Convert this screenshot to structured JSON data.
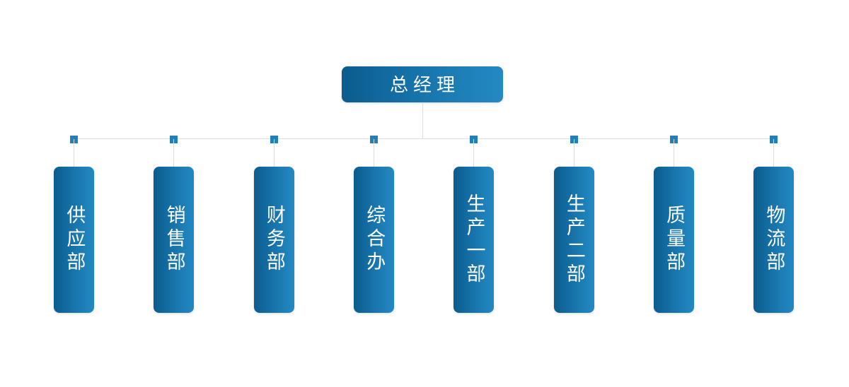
{
  "chart": {
    "type": "org-chart",
    "title": "",
    "background_color": "#ffffff",
    "accent_color": "#2380b7",
    "connector_color": "#dcdcdc",
    "node_gradient_from": "#0a5c8c",
    "node_gradient_to": "#2489c2",
    "text_color": "#ffffff"
  },
  "root": {
    "label": "总经理",
    "level": 1
  },
  "departments": [
    {
      "label": "供应部",
      "level": 2
    },
    {
      "label": "销售部",
      "level": 2
    },
    {
      "label": "财务部",
      "level": 2
    },
    {
      "label": "综合办",
      "level": 2
    },
    {
      "label": "生产一部",
      "level": 2
    },
    {
      "label": "生产二部",
      "level": 2
    },
    {
      "label": "质量部",
      "level": 2
    },
    {
      "label": "物流部",
      "level": 2
    }
  ]
}
